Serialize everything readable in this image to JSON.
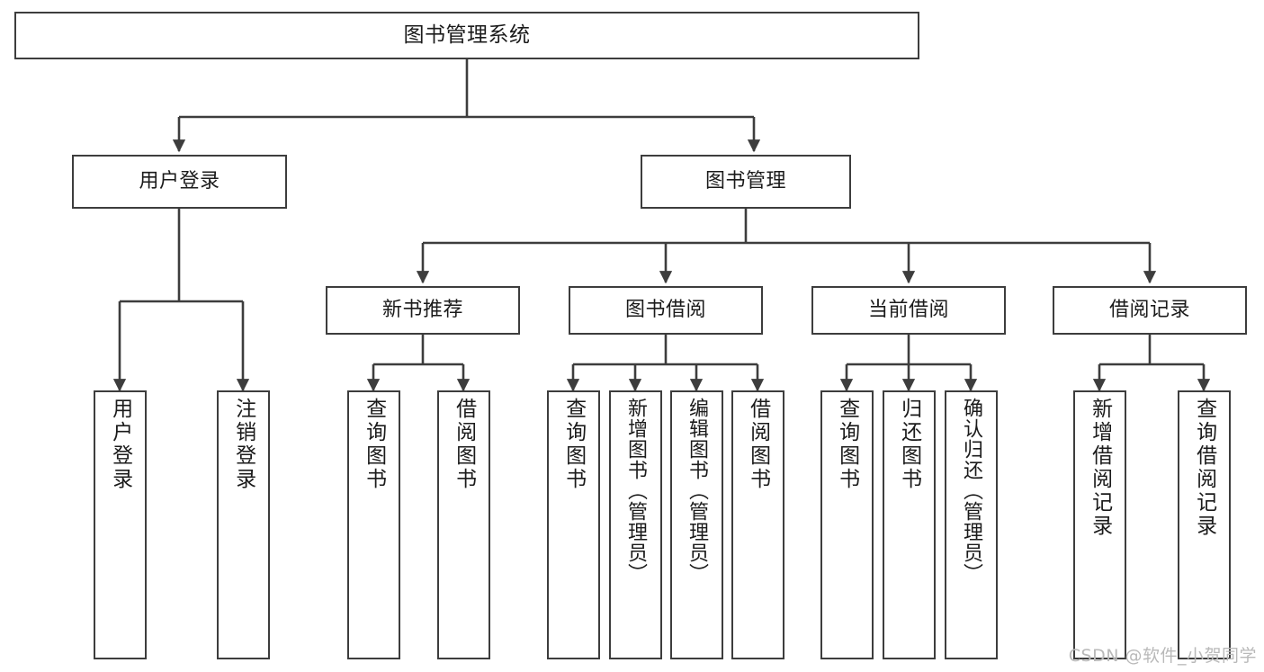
{
  "diagram": {
    "title": "图书管理系统",
    "type": "tree-hierarchy-chart",
    "watermark": "CSDN @软件_小贺同学",
    "line_color": "#3d3d3d",
    "box_fill": "#ffffff",
    "text_color": "#1b1b1b",
    "watermark_color": "#b9b9b9"
  },
  "root": {
    "label": "图书管理系统"
  },
  "level2": [
    {
      "label": "用户登录"
    },
    {
      "label": "图书管理"
    }
  ],
  "level3": [
    {
      "label": "新书推荐"
    },
    {
      "label": "图书借阅"
    },
    {
      "label": "当前借阅"
    },
    {
      "label": "借阅记录"
    }
  ],
  "leaves": {
    "user_login": [
      {
        "label": "用户登录"
      },
      {
        "label": "注销登录"
      }
    ],
    "new_book": [
      {
        "label": "查询图书"
      },
      {
        "label": "借阅图书"
      }
    ],
    "book_borrow": [
      {
        "label": "查询图书"
      },
      {
        "label": "新增图书（管理员）"
      },
      {
        "label": "编辑图书（管理员）"
      },
      {
        "label": "借阅图书"
      }
    ],
    "current_borrow": [
      {
        "label": "查询图书"
      },
      {
        "label": "归还图书"
      },
      {
        "label": "确认归还（管理员）"
      }
    ],
    "borrow_record": [
      {
        "label": "新增借阅记录"
      },
      {
        "label": "查询借阅记录"
      }
    ]
  }
}
